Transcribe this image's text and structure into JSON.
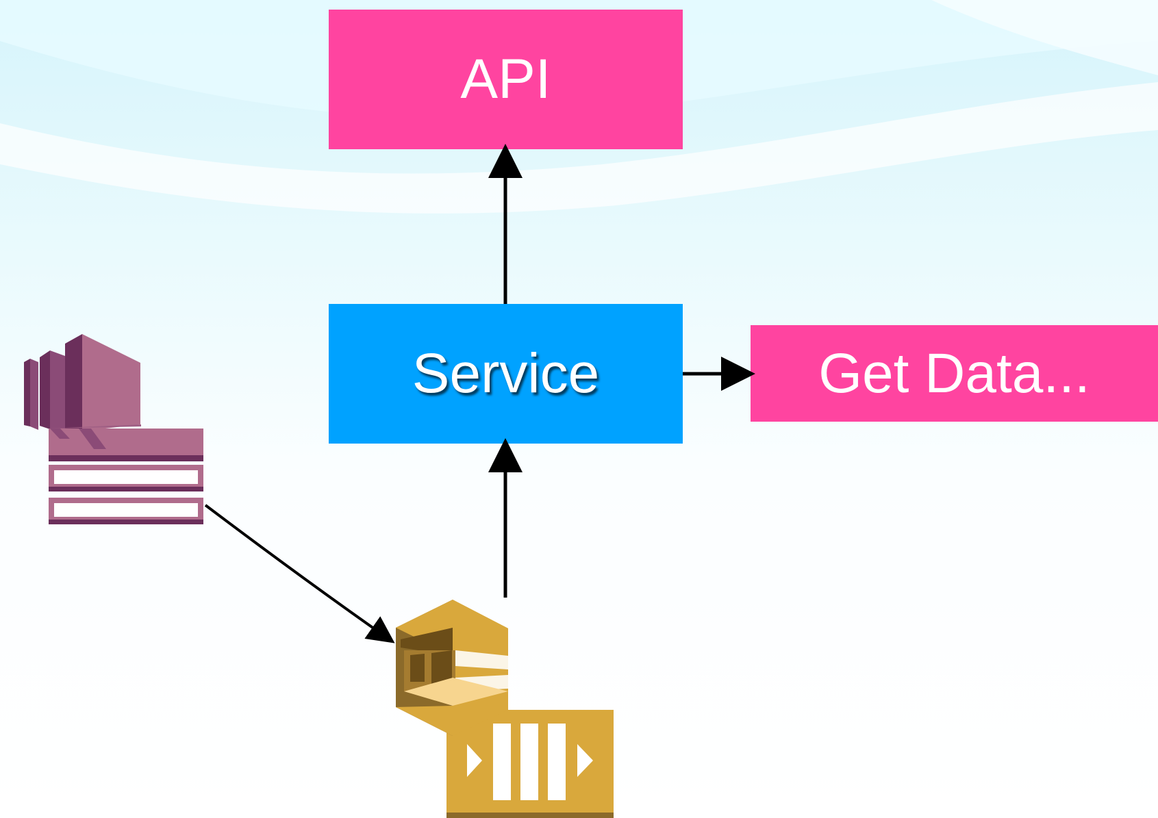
{
  "nodes": {
    "api": "API",
    "service": "Service",
    "get_data": "Get Data..."
  },
  "icons": {
    "left": "database-stack-icon",
    "bottom": "queue-stream-icon"
  },
  "colors": {
    "api": "#ff44a0",
    "service": "#00a2ff",
    "get_data": "#ff44a0",
    "arrow": "#000000",
    "left_icon": "#b06c8c",
    "bottom_icon": "#d9a83c"
  }
}
